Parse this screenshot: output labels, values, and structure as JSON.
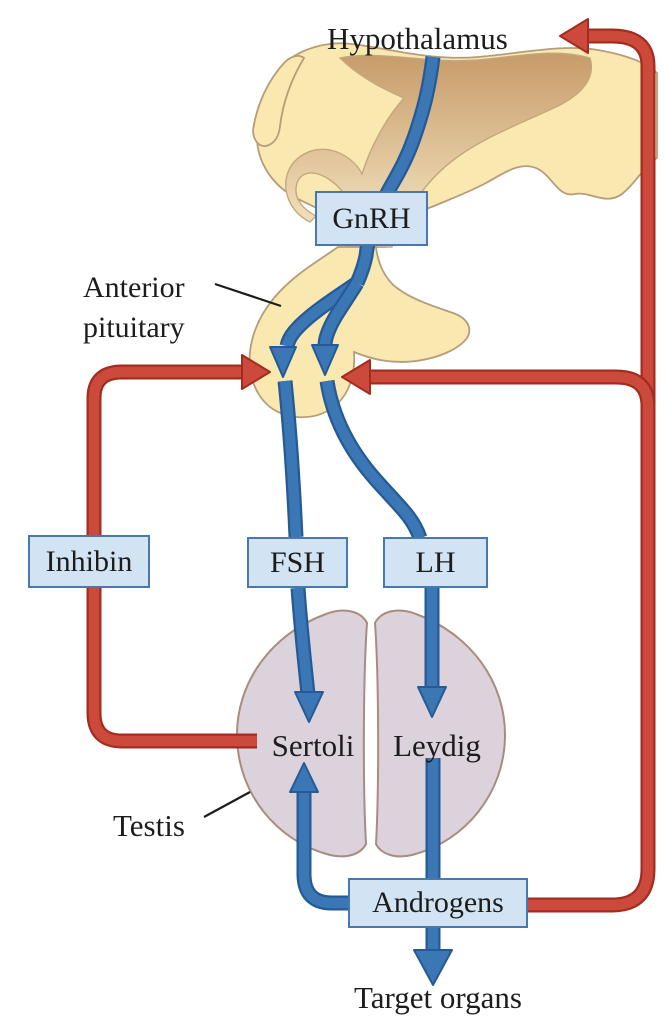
{
  "diagram_title": "Hypothalamus-pituitary-testis hormonal feedback diagram",
  "labels": {
    "hypothalamus": "Hypothalamus",
    "anterior_pituitary": "Anterior\npituitary",
    "testis": "Testis",
    "sertoli": "Sertoli",
    "leydig": "Leydig",
    "target_organs": "Target organs"
  },
  "boxes": {
    "gnrh": "GnRH",
    "fsh": "FSH",
    "lh": "LH",
    "inhibin": "Inhibin",
    "androgens": "Androgens"
  },
  "icons": {
    "blue_arrows": "stimulatory-hormone-arrow-icon",
    "red_arrows": "negative-feedback-arrow-icon"
  },
  "colors": {
    "red": "#cb4a3c",
    "red_dark": "#a32c20",
    "blue": "#3b76b5",
    "blue_dark": "#265a94",
    "box_fill": "#d2e4f4",
    "box_border": "#4779ae",
    "brain_fill": "#f9e8b0",
    "brain_stroke": "#b59d79",
    "fold_top": "#c69a68",
    "fold_bottom": "#f6e7c4",
    "testis_fill": "#dcd2db",
    "testis_stroke": "#a78d7f",
    "text": "#1c1c1c"
  }
}
